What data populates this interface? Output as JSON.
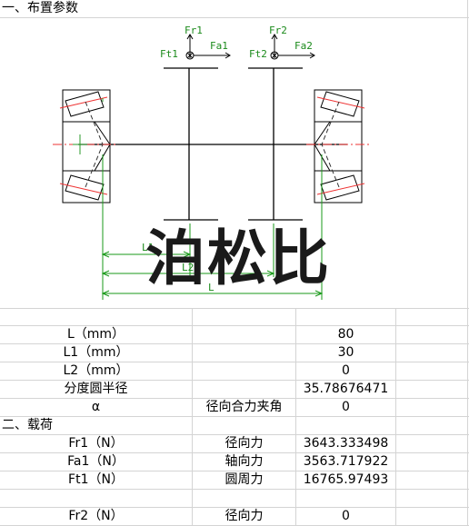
{
  "section1_title": "一、布置参数",
  "diagram": {
    "fr1": "Fr1",
    "ft1": "Ft1",
    "fa1": "Fa1",
    "fr2": "Fr2",
    "ft2": "Ft2",
    "fa2": "Fa2",
    "l1": "L1",
    "l2": "L2",
    "l": "L"
  },
  "watermark": "泊松比",
  "params": [
    {
      "label": "L（mm）",
      "desc": "",
      "value": "80"
    },
    {
      "label": "L1（mm）",
      "desc": "",
      "value": "30"
    },
    {
      "label": "L2（mm）",
      "desc": "",
      "value": "0"
    },
    {
      "label": "分度圆半径",
      "desc": "",
      "value": "35.78676471"
    },
    {
      "label": "α",
      "desc": "径向合力夹角",
      "value": "0"
    }
  ],
  "section2_title": "二、载荷",
  "loads": [
    {
      "label": "Fr1（N）",
      "desc": "径向力",
      "value": "3643.333498"
    },
    {
      "label": "Fa1（N）",
      "desc": "轴向力",
      "value": "3563.717922"
    },
    {
      "label": "Ft1（N）",
      "desc": "圆周力",
      "value": "16765.97493"
    },
    {
      "label": "Fr2（N）",
      "desc": "径向力",
      "value": "0"
    }
  ]
}
